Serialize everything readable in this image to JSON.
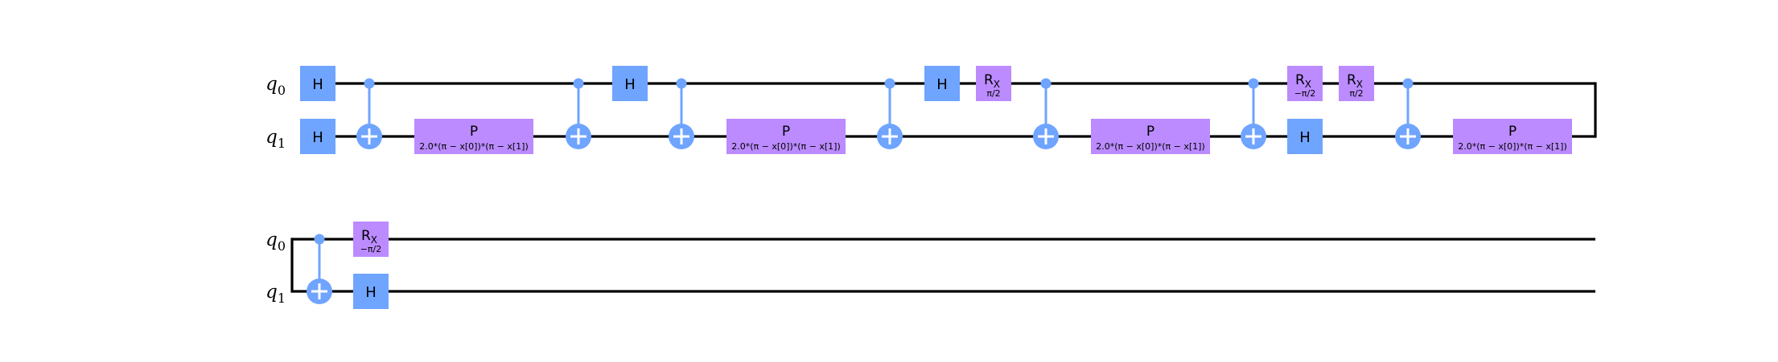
{
  "colors": {
    "h_gate": "#6fa4ff",
    "cx": "#6fa4ff",
    "p_gate": "#bb8bff",
    "rx_gate": "#bb8bff",
    "wire": "#000000",
    "background": "#ffffff"
  },
  "rows": [
    {
      "qubits": [
        {
          "base": "q",
          "sub": "0"
        },
        {
          "base": "q",
          "sub": "1"
        }
      ],
      "ops": [
        {
          "type": "h",
          "qubit": 0,
          "step": 0
        },
        {
          "type": "h",
          "qubit": 1,
          "step": 0
        },
        {
          "type": "cx",
          "control": 0,
          "target": 1,
          "step": 1
        },
        {
          "type": "p",
          "qubit": 1,
          "step": 2,
          "label": "P",
          "param": "2.0*(π − x[0])*(π − x[1])"
        },
        {
          "type": "cx",
          "control": 0,
          "target": 1,
          "step": 3
        },
        {
          "type": "h",
          "qubit": 0,
          "step": 4
        },
        {
          "type": "cx",
          "control": 0,
          "target": 1,
          "step": 5
        },
        {
          "type": "p",
          "qubit": 1,
          "step": 6,
          "label": "P",
          "param": "2.0*(π − x[0])*(π − x[1])"
        },
        {
          "type": "cx",
          "control": 0,
          "target": 1,
          "step": 7
        },
        {
          "type": "h",
          "qubit": 0,
          "step": 8
        },
        {
          "type": "rx",
          "qubit": 0,
          "step": 9,
          "label": "R",
          "label_sub": "X",
          "param": "π/2"
        },
        {
          "type": "cx",
          "control": 0,
          "target": 1,
          "step": 10
        },
        {
          "type": "p",
          "qubit": 1,
          "step": 11,
          "label": "P",
          "param": "2.0*(π − x[0])*(π − x[1])"
        },
        {
          "type": "cx",
          "control": 0,
          "target": 1,
          "step": 12
        },
        {
          "type": "rx",
          "qubit": 0,
          "step": 13,
          "label": "R",
          "label_sub": "X",
          "param": "−π/2"
        },
        {
          "type": "h",
          "qubit": 1,
          "step": 13
        },
        {
          "type": "rx",
          "qubit": 0,
          "step": 14,
          "label": "R",
          "label_sub": "X",
          "param": "π/2"
        },
        {
          "type": "cx",
          "control": 0,
          "target": 1,
          "step": 15
        },
        {
          "type": "p",
          "qubit": 1,
          "step": 16,
          "label": "P",
          "param": "2.0*(π − x[0])*(π − x[1])"
        }
      ]
    },
    {
      "qubits": [
        {
          "base": "q",
          "sub": "0"
        },
        {
          "base": "q",
          "sub": "1"
        }
      ],
      "ops": [
        {
          "type": "cx",
          "control": 0,
          "target": 1,
          "step": 0
        },
        {
          "type": "rx",
          "qubit": 0,
          "step": 1,
          "label": "R",
          "label_sub": "X",
          "param": "−π/2"
        },
        {
          "type": "h",
          "qubit": 1,
          "step": 1
        }
      ]
    }
  ],
  "h_label": "H"
}
